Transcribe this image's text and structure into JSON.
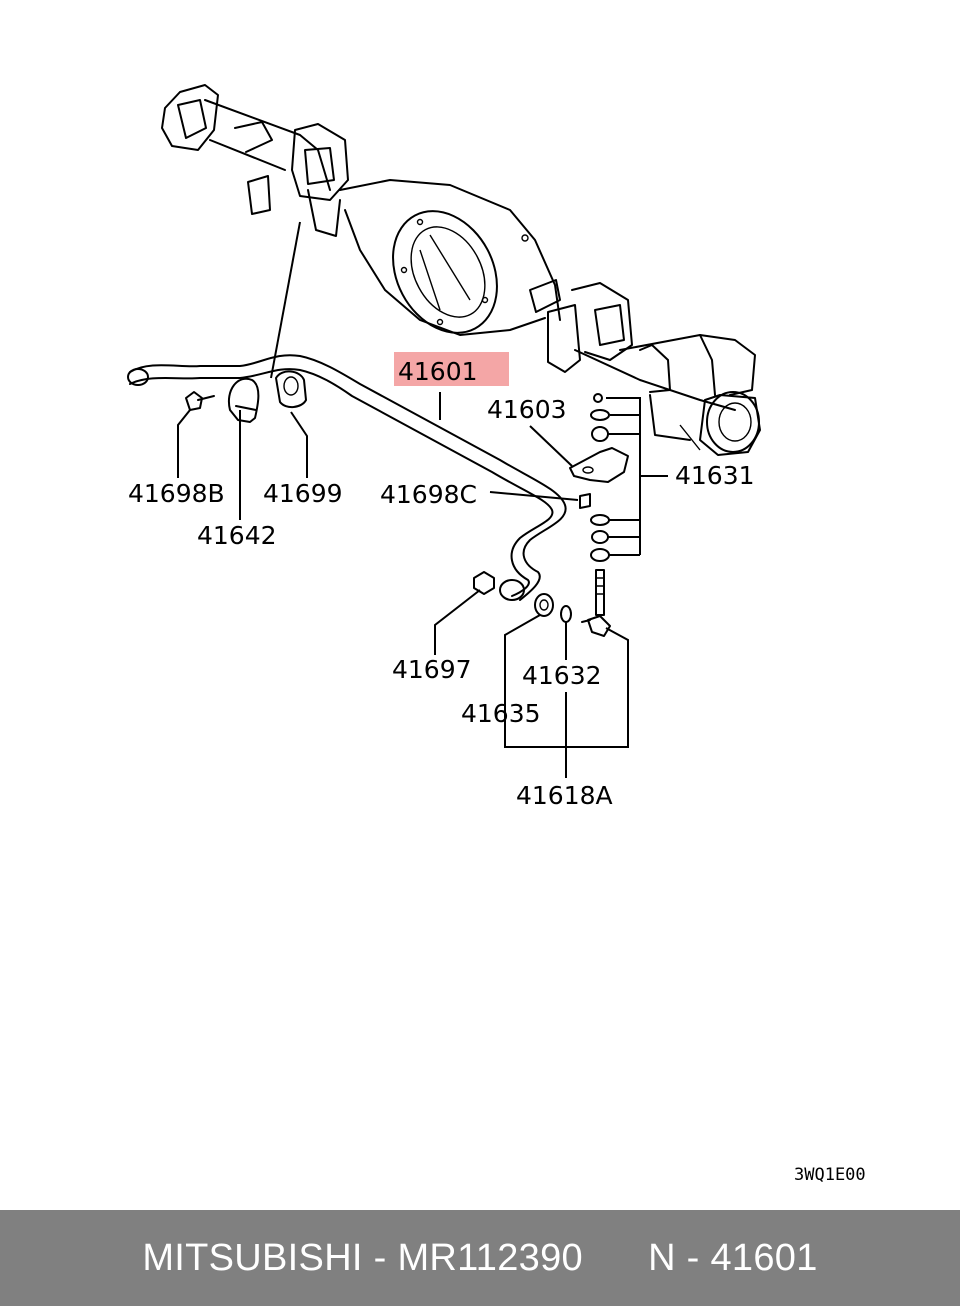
{
  "diagram": {
    "highlight_color": "#f4a6a6",
    "callouts": {
      "main_bar": "41601",
      "bracket": "41603",
      "bolt_b": "41698B",
      "bushing": "41699",
      "bolt_c": "41698C",
      "clamp": "41642",
      "link_kit": "41631",
      "nut": "41697",
      "link_bushing": "41632",
      "seal": "41635",
      "link": "41618A"
    },
    "drawing_code": "3WQ1E00"
  },
  "footer": {
    "label": "MITSUBISHI - MR112390      N - 41601",
    "background": "#808080",
    "text_color": "#ffffff"
  }
}
